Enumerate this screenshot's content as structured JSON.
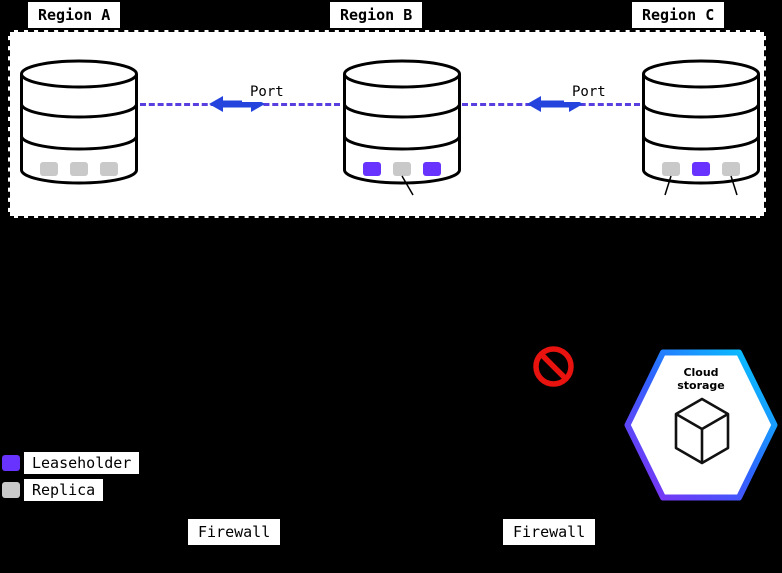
{
  "cluster": {
    "regions": [
      {
        "label": "Region A",
        "replicas": [
          "replica",
          "replica",
          "replica"
        ]
      },
      {
        "label": "Region B",
        "replicas": [
          "leaseholder",
          "replica",
          "leaseholder"
        ]
      },
      {
        "label": "Region C",
        "replicas": [
          "replica",
          "leaseholder",
          "replica"
        ]
      }
    ],
    "connections": [
      {
        "label": "Port"
      },
      {
        "label": "Port"
      }
    ]
  },
  "cloud_storage": {
    "label": "Cloud\nstorage"
  },
  "legend": {
    "items": [
      {
        "kind": "leaseholder",
        "label": "Leaseholder"
      },
      {
        "kind": "replica",
        "label": "Replica"
      }
    ]
  },
  "firewalls": [
    {
      "label": "Firewall"
    },
    {
      "label": "Firewall"
    }
  ],
  "icons": {
    "database": "database-cylinder-icon",
    "connection_arrow": "double-arrow-icon",
    "blocked": "no-entry-icon",
    "cloud_storage": "cube-3d-icon"
  },
  "colors": {
    "page-bg": "#000000",
    "panel-bg": "#ffffff",
    "chip-bg": "#ffffff",
    "chip-text": "#000000",
    "stroke": "#000000",
    "leaseholder": "#6933ff",
    "replica": "#c9c9c9",
    "dash-line": "#5a3fe0",
    "arrow": "#2444dd",
    "ban": "#e8120f",
    "hex1": "#00d4ff",
    "hex2": "#2e64ff",
    "hex3": "#8a2bf2"
  }
}
